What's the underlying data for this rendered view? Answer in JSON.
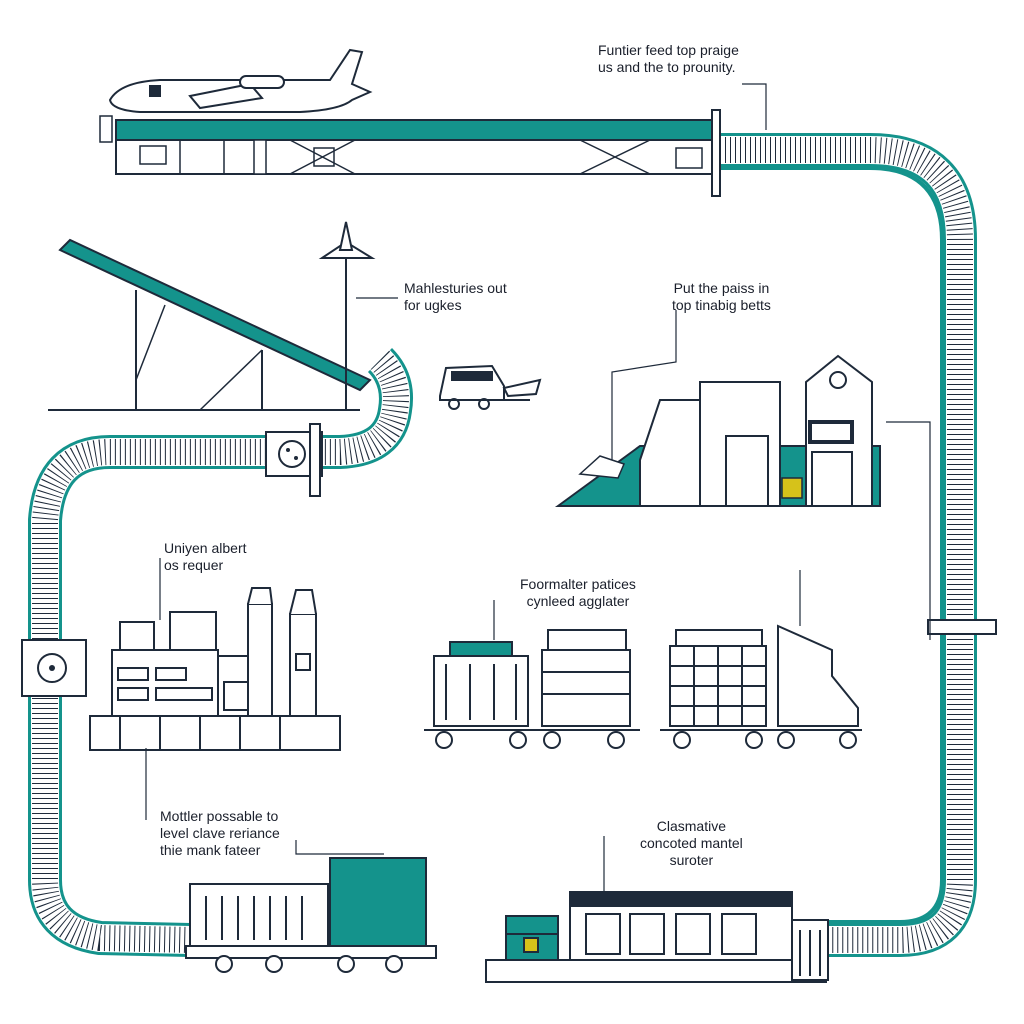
{
  "colors": {
    "accent": "#14938c",
    "line": "#1e2a3a",
    "background": "#ffffff",
    "highlight": "#d6c21a"
  },
  "labels": {
    "top_right": [
      "Funtier feed top praige",
      "us and the to prounity."
    ],
    "upper_middle": [
      "Mahlesturies out",
      "for ugkes"
    ],
    "upper_right": [
      "Put the paiss in",
      "top tinabig betts"
    ],
    "middle_left": [
      "Uniyen albert",
      "os requer"
    ],
    "center": [
      "Foormalter patices",
      "cynleed agglater"
    ],
    "lower_left": [
      "Mottler possable to",
      "level clave reriance",
      "thie mank fateer"
    ],
    "lower_right": [
      "Clasmative",
      "concoted mantel",
      "suroter"
    ]
  },
  "icons": [
    "airplane-icon",
    "truck-icon",
    "warehouse-icon",
    "factory-icon",
    "cart-icon",
    "gear-icon"
  ]
}
